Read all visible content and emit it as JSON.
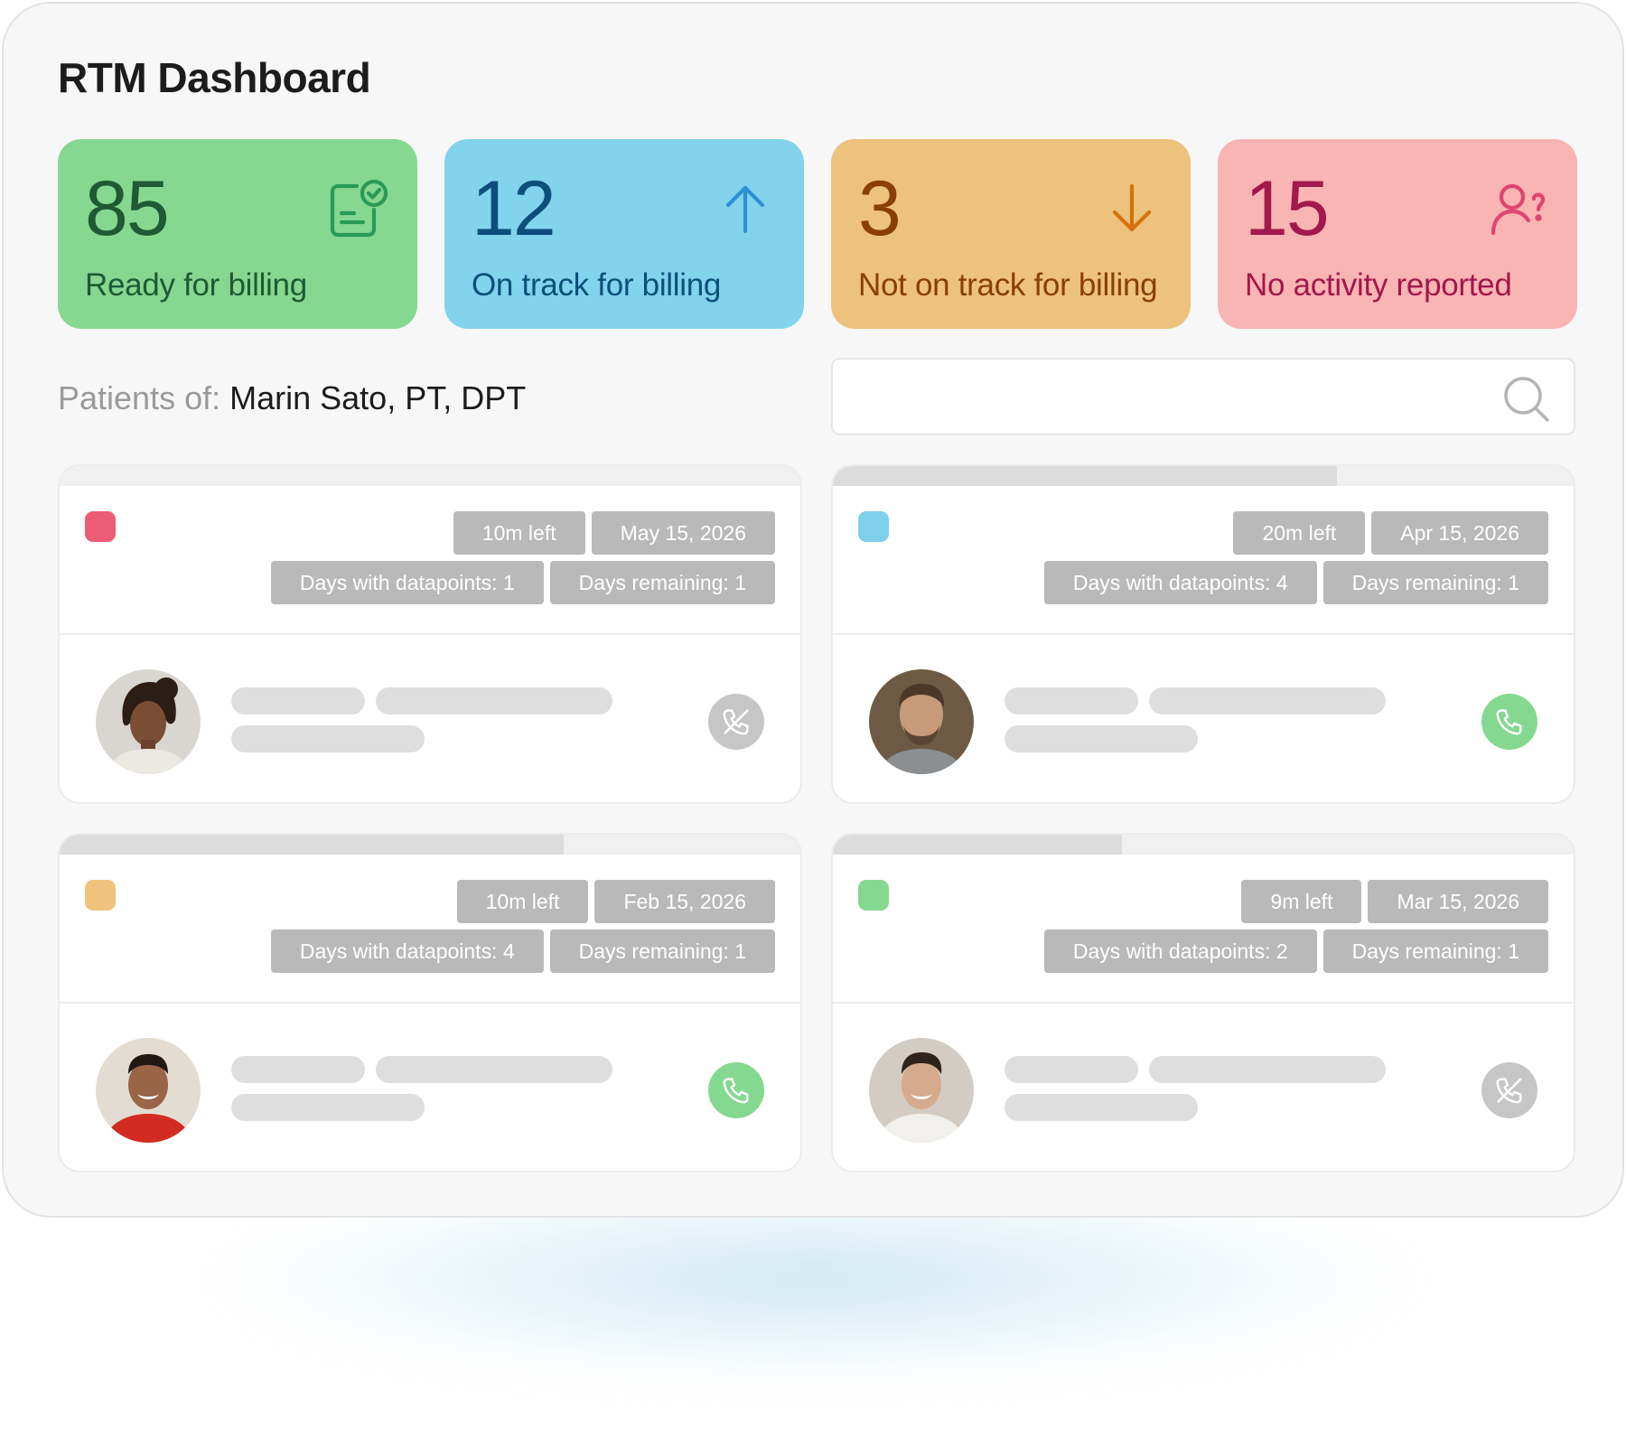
{
  "dashboard": {
    "title": "RTM Dashboard"
  },
  "stats": [
    {
      "value": "85",
      "label": "Ready for billing",
      "icon": "clipboard-check-icon",
      "color": "#86d890"
    },
    {
      "value": "12",
      "label": "On track for billing",
      "icon": "arrow-up-icon",
      "color": "#82d3ec"
    },
    {
      "value": "3",
      "label": "Not on track for billing",
      "icon": "arrow-down-icon",
      "color": "#edc27c"
    },
    {
      "value": "15",
      "label": "No activity reported",
      "icon": "user-question-icon",
      "color": "#f9b4b4"
    }
  ],
  "patients_of": {
    "prefix": "Patients of:",
    "provider": "Marin Sato, PT, DPT"
  },
  "search": {
    "placeholder": "",
    "value": "",
    "icon": "search-icon"
  },
  "patient_cards": [
    {
      "status_color": "#ec5c74",
      "progress": 0,
      "time_left": "10m left",
      "date": "May 15, 2026",
      "days_with_datapoints": "Days with datapoints: 1",
      "days_remaining": "Days remaining: 1",
      "call_enabled": false,
      "call_icon": "phone-off-icon"
    },
    {
      "status_color": "#7ed0ea",
      "progress": 0.68,
      "time_left": "20m left",
      "date": "Apr 15, 2026",
      "days_with_datapoints": "Days with datapoints: 4",
      "days_remaining": "Days remaining: 1",
      "call_enabled": true,
      "call_icon": "phone-icon"
    },
    {
      "status_color": "#efc37b",
      "progress": 0.68,
      "time_left": "10m left",
      "date": "Feb 15, 2026",
      "days_with_datapoints": "Days with datapoints: 4",
      "days_remaining": "Days remaining: 1",
      "call_enabled": true,
      "call_icon": "phone-icon"
    },
    {
      "status_color": "#86d890",
      "progress": 0.39,
      "time_left": "9m left",
      "date": "Mar 15, 2026",
      "days_with_datapoints": "Days with datapoints: 2",
      "days_remaining": "Days remaining: 1",
      "call_enabled": false,
      "call_icon": "phone-off-icon"
    }
  ]
}
